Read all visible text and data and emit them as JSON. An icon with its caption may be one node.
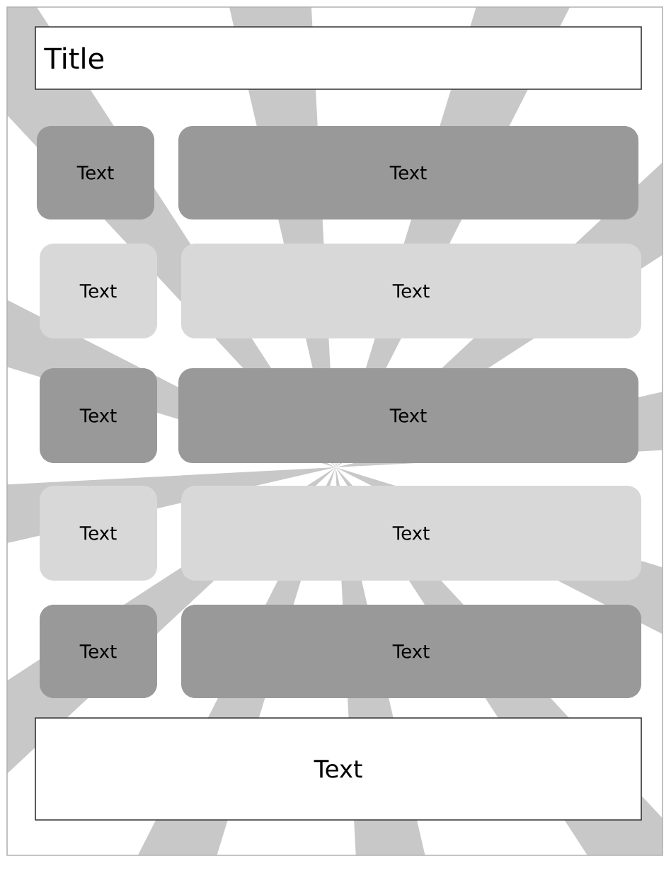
{
  "diagram": {
    "nodes": [
      {
        "text": [
          "Title"
        ]
      },
      {
        "text": [
          "Text"
        ]
      },
      {
        "text": [
          "Text"
        ]
      },
      {
        "text": [
          "Text"
        ]
      },
      {
        "text": [
          "Text"
        ]
      },
      {
        "text": [
          "Text"
        ]
      },
      {
        "text": [
          "Text"
        ]
      },
      {
        "text": [
          "Text"
        ]
      },
      {
        "text": [
          "Text"
        ]
      },
      {
        "text": [
          "Text"
        ]
      },
      {
        "text": [
          "Text"
        ]
      },
      {
        "text": [
          "Text"
        ]
      }
    ]
  }
}
